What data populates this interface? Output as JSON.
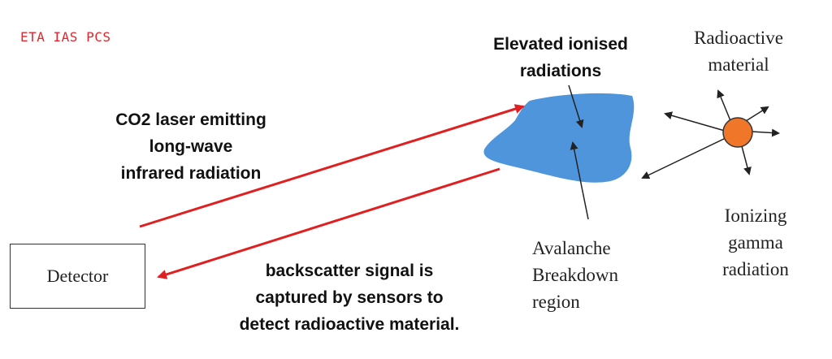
{
  "brand": "ETA IAS PCS",
  "labels": {
    "laser": [
      "CO2 laser emitting",
      "long-wave",
      "infrared radiation"
    ],
    "elevated": [
      "Elevated ionised",
      "radiations"
    ],
    "radioactive": [
      "Radioactive",
      "material"
    ],
    "avalanche": [
      "Avalanche",
      "Breakdown",
      "region"
    ],
    "gamma": [
      "Ionizing",
      "gamma",
      "radiation"
    ],
    "backscatter": [
      "backscatter signal is",
      "captured by sensors to",
      "detect radioactive material."
    ],
    "detector": "Detector"
  },
  "colors": {
    "brand": "#e8232a",
    "beam": "#e02020",
    "cloud": "#4f95dc",
    "source": "#f0772a",
    "arrow": "#222222"
  }
}
